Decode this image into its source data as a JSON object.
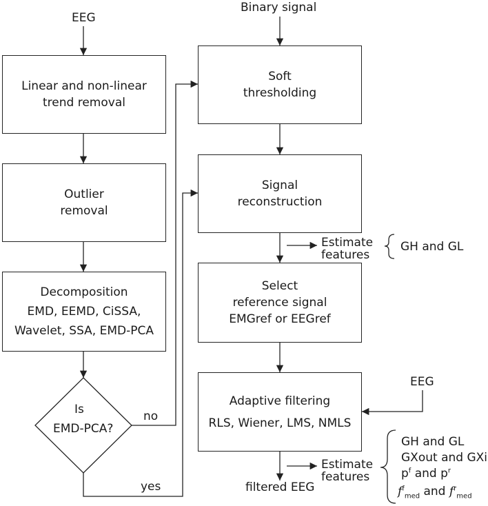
{
  "inputs": {
    "eeg_top": "EEG",
    "binary_signal": "Binary signal",
    "eeg_right": "EEG"
  },
  "left_column": {
    "trend_removal": [
      "Linear and non-linear",
      "trend removal"
    ],
    "outlier_removal": [
      "Outlier",
      "removal"
    ],
    "decomposition": [
      "Decomposition",
      "EMD, EEMD, CiSSA,",
      "Wavelet, SSA, EMD-PCA"
    ],
    "decision": [
      "Is",
      "EMD-PCA?"
    ],
    "branch_no": "no",
    "branch_yes": "yes"
  },
  "right_column": {
    "soft_thresholding": [
      "Soft",
      "thresholding"
    ],
    "signal_reconstruction": [
      "Signal",
      "reconstruction"
    ],
    "select_reference": [
      "Select",
      "reference signal",
      "EMGref or EEGref"
    ],
    "adaptive_filtering": [
      "Adaptive filtering",
      "RLS, Wiener, LMS, NMLS"
    ],
    "output": "filtered EEG"
  },
  "features_1": {
    "label": [
      "Estimate",
      "features"
    ],
    "items": [
      "GH and GL"
    ]
  },
  "features_2": {
    "label": [
      "Estimate",
      "features"
    ],
    "items": [
      "GH and GL",
      "GXout and GXin"
    ],
    "p_line": {
      "p": "p",
      "sup1": "f",
      "and": "and",
      "sup2": "r"
    },
    "f_line": {
      "f": "f",
      "sup1": "f",
      "sub": "med",
      "and": "and",
      "sup2": "r"
    }
  }
}
